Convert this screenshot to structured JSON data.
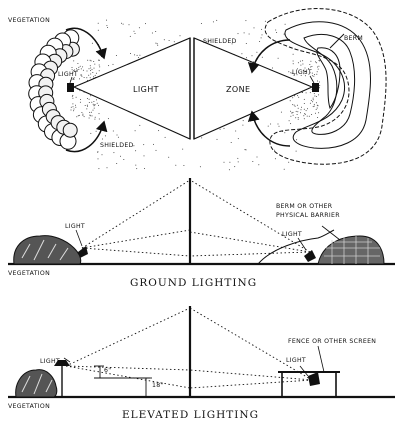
{
  "top_view": {
    "vegetation": "VEGETATION",
    "light_left": "LIGHT",
    "light_right": "LIGHT",
    "shielded_top": "SHIELDED",
    "shielded_bottom": "SHIELDED",
    "berm": "BERM",
    "zone_left": "LIGHT",
    "zone_right": "ZONE"
  },
  "ground_lighting": {
    "title": "GROUND LIGHTING",
    "light_left": "LIGHT",
    "light_right": "LIGHT",
    "vegetation": "VEGETATION",
    "berm_line1": "BERM OR OTHER",
    "berm_line2": "PHYSICAL BARRIER"
  },
  "elevated_lighting": {
    "title": "ELEVATED LIGHTING",
    "light_left": "LIGHT",
    "light_right": "LIGHT",
    "vegetation": "VEGETATION",
    "fence": "FENCE OR OTHER SCREEN",
    "dim_small": "6\"",
    "dim_large": "18\""
  }
}
